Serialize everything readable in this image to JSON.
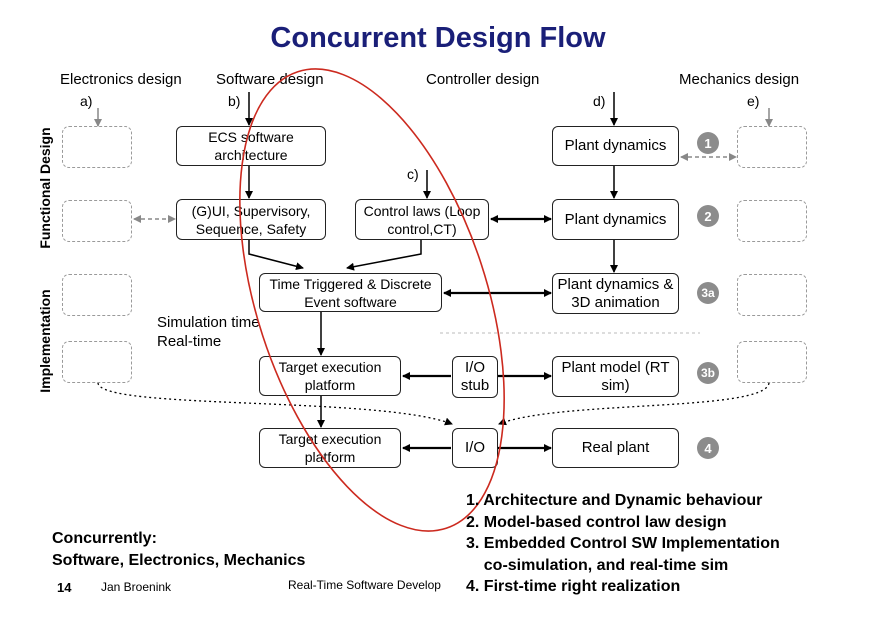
{
  "title": "Concurrent Design Flow",
  "columns": {
    "electronics": "Electronics design",
    "software": "Software design",
    "controller": "Controller design",
    "mechanics": "Mechanics design"
  },
  "markers": {
    "a": "a)",
    "b": "b)",
    "c": "c)",
    "d": "d)",
    "e": "e)"
  },
  "side_labels": {
    "functional": "Functional Design",
    "implementation": "Implementation"
  },
  "boxes": {
    "ecs": "ECS software architecture",
    "gui": "(G)UI, Supervisory, Sequence, Safety",
    "control_laws": "Control laws (Loop control,CT)",
    "time_triggered": "Time Triggered & Discrete Event software",
    "target1": "Target execution platform",
    "target2": "Target execution platform",
    "io_stub": "I/O stub",
    "io": "I/O",
    "plant1": "Plant dynamics",
    "plant2": "Plant dynamics",
    "plant3a": "Plant dynamics & 3D animation",
    "plant_model": "Plant model (RT sim)",
    "real_plant": "Real plant"
  },
  "badges": [
    "1",
    "2",
    "3a",
    "3b",
    "4"
  ],
  "simulation_time": "Simulation time",
  "real_time": "Real-time",
  "numbered_list": [
    "1. Architecture and Dynamic behaviour",
    "2. Model-based control law design",
    "3. Embedded Control SW Implementation",
    "    co-simulation, and real-time sim",
    "4. First-time right realization"
  ],
  "concurrently": [
    "Concurrently:",
    "Software, Electronics, Mechanics"
  ],
  "footer": {
    "page": "14",
    "author": "Jan Broenink",
    "course": "Real-Time Software Develop"
  },
  "colors": {
    "title": "#1a1f78",
    "ellipse": "#cc2a1f",
    "badge": "#8c8c8c",
    "dashed": "#9a9a9a"
  }
}
